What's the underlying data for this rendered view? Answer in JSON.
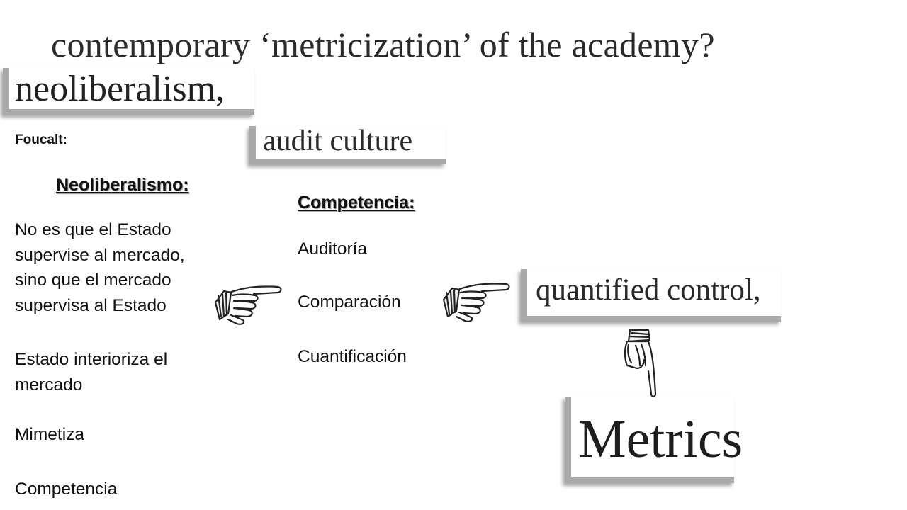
{
  "slide": {
    "title": "contemporary ‘metricization’ of the academy?"
  },
  "clippings": {
    "neoliberalism": "neoliberalism,",
    "audit_culture": "audit culture",
    "quantified_control": "quantified control,",
    "metrics": "Metrics"
  },
  "left_column": {
    "label": "Foucalt:",
    "heading": "Neoliberalismo:",
    "paragraph_lines": [
      "No es que el Estado",
      "supervise al mercado,",
      "sino que el mercado",
      "supervisa al Estado"
    ],
    "estado_lines": [
      "Estado interioriza el",
      "mercado"
    ],
    "mimetiza": "Mimetiza",
    "competencia": "Competencia"
  },
  "middle_column": {
    "heading": "Competencia:",
    "items": [
      "Auditoría",
      "Comparación",
      "Cuantificación"
    ]
  },
  "icons": {
    "hand_1": "pointing-hand-right-icon",
    "hand_2": "pointing-hand-right-icon",
    "hand_3": "pointing-hand-down-icon"
  },
  "colors": {
    "clip_border": "#a9a9a9",
    "text": "#111111",
    "serif_text": "#262626"
  }
}
